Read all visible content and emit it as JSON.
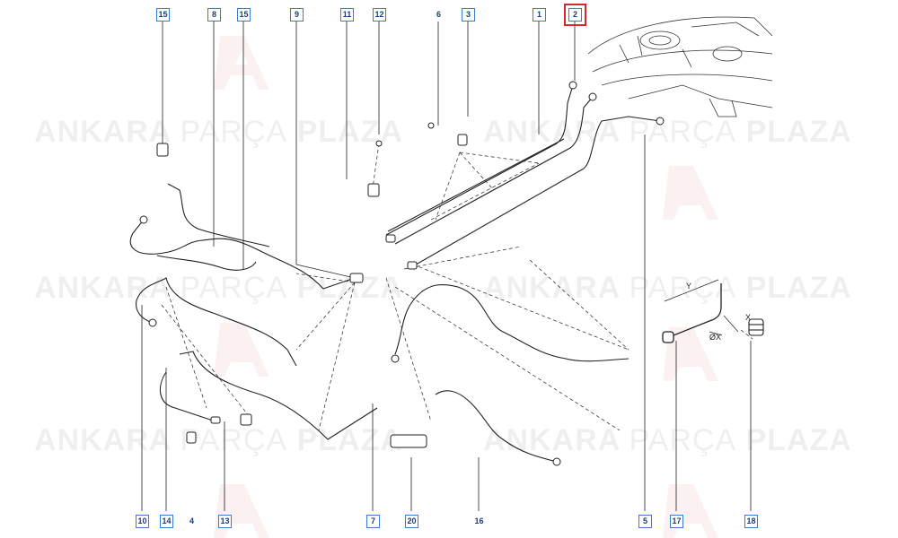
{
  "diagram": {
    "callouts": [
      {
        "id": "c15a",
        "label": "15",
        "boxed": true
      },
      {
        "id": "c8",
        "label": "8",
        "boxed": true
      },
      {
        "id": "c15b",
        "label": "15",
        "boxed": true
      },
      {
        "id": "c9",
        "label": "9",
        "boxed": true
      },
      {
        "id": "c11",
        "label": "11",
        "boxed": true
      },
      {
        "id": "c12",
        "label": "12",
        "boxed": true
      },
      {
        "id": "c6",
        "label": "6",
        "boxed": false
      },
      {
        "id": "c3",
        "label": "3",
        "boxed": true
      },
      {
        "id": "c1",
        "label": "1",
        "boxed": true
      },
      {
        "id": "c2",
        "label": "2",
        "boxed": true,
        "highlighted": true
      },
      {
        "id": "c10",
        "label": "10",
        "boxed": true
      },
      {
        "id": "c14",
        "label": "14",
        "boxed": true
      },
      {
        "id": "c4",
        "label": "4",
        "boxed": false
      },
      {
        "id": "c13",
        "label": "13",
        "boxed": true
      },
      {
        "id": "c7",
        "label": "7",
        "boxed": true
      },
      {
        "id": "c20",
        "label": "20",
        "boxed": true
      },
      {
        "id": "c16",
        "label": "16",
        "boxed": false
      },
      {
        "id": "c5",
        "label": "5",
        "boxed": true
      },
      {
        "id": "c17",
        "label": "17",
        "boxed": true
      },
      {
        "id": "c18",
        "label": "18",
        "boxed": true
      }
    ],
    "dimension_labels": {
      "y": "Y",
      "x": "X",
      "dia": "ØX"
    },
    "highlight_color": "#d9262b",
    "callout_color": "#3a7bd5"
  },
  "watermark": {
    "word1": "ANKARA",
    "word2": "PARÇA",
    "word3": "PLAZA",
    "logo": "AP"
  }
}
